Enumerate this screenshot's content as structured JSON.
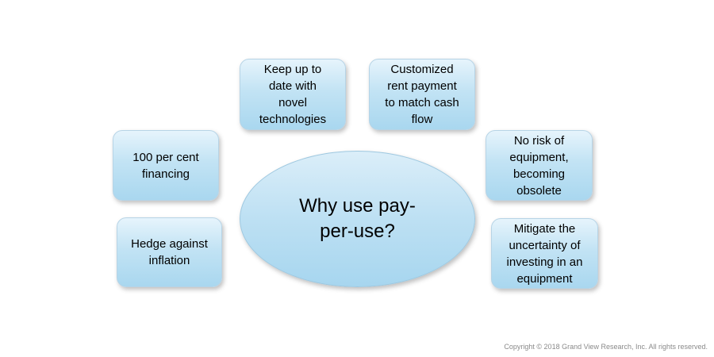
{
  "center": {
    "label": "Why use pay-\nper-use?"
  },
  "boxes": {
    "keep_up": "Keep up to\ndate with\nnovel\ntechnologies",
    "customized_rent": "Customized\nrent payment\nto match cash\nflow",
    "financing": "100 per cent\nfinancing",
    "no_risk": "No risk of\nequipment,\nbecoming\nobsolete",
    "hedge": "Hedge against\ninflation",
    "mitigate": "Mitigate the\nuncertainty of\ninvesting in an\nequipment"
  },
  "footer": {
    "copyright": "Copyright © 2018 Grand View Research, Inc. All rights reserved."
  }
}
